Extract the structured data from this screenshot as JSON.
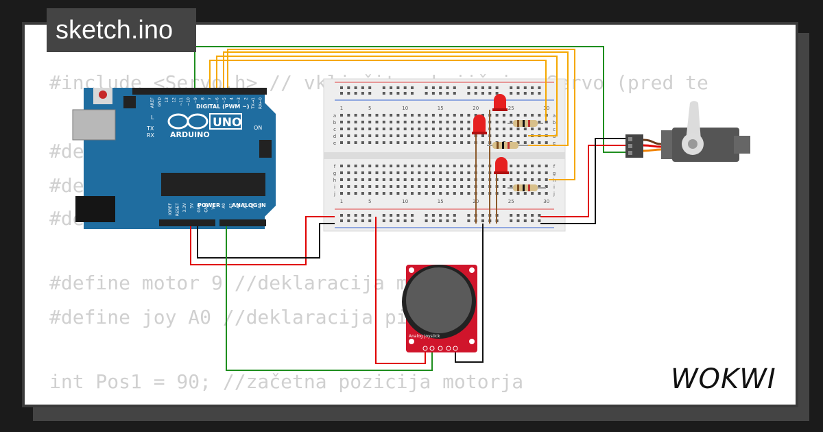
{
  "tab_title": "sketch.ino",
  "code_lines": [
    "#include <Servo.h> // vključitev knjižnice Servo (pred te",
    "#define ... //dekl",
    "#define",
    "#define",
    "#define motor 9 //deklaracija motorja",
    "#define joy A0 //deklaracija pina",
    "int Pos1 = 90; //začetna pozicija motorja"
  ],
  "arduino": {
    "brand": "ARDUINO",
    "model": "UNO",
    "digital_label": "DIGITAL (PWM ~)",
    "power_label": "POWER",
    "analog_label": "ANALOG IN",
    "on_label": "ON",
    "led_labels": [
      "L",
      "TX",
      "RX"
    ],
    "digital_pins": [
      "AREF",
      "GND",
      "13",
      "12",
      "~11",
      "~10",
      "~9",
      "8",
      "7",
      "~6",
      "~5",
      "4",
      "~3",
      "2",
      "TX→1",
      "RX←0"
    ],
    "power_pins": [
      "IOREF",
      "RESET",
      "3.3V",
      "5V",
      "GND",
      "GND",
      "Vin"
    ],
    "analog_pins": [
      "A0",
      "A1",
      "A2",
      "A3",
      "A4",
      "A5"
    ]
  },
  "breadboard": {
    "column_numbers": [
      "1",
      "5",
      "10",
      "15",
      "20",
      "25",
      "30"
    ],
    "rows_top": [
      "a",
      "b",
      "c",
      "d",
      "e"
    ],
    "rows_bottom": [
      "f",
      "g",
      "h",
      "i",
      "j"
    ]
  },
  "joystick": {
    "label": "Analog Joystick"
  },
  "logo": "WOKWI",
  "colors": {
    "arduino_blue": "#1f6da0",
    "wire_green": "#1e8e1e",
    "wire_orange": "#f5a800",
    "wire_red": "#e00000",
    "wire_black": "#111111",
    "wire_brown": "#8b5a2b",
    "led_red": "#e62020",
    "joystick_red": "#d0152b"
  }
}
